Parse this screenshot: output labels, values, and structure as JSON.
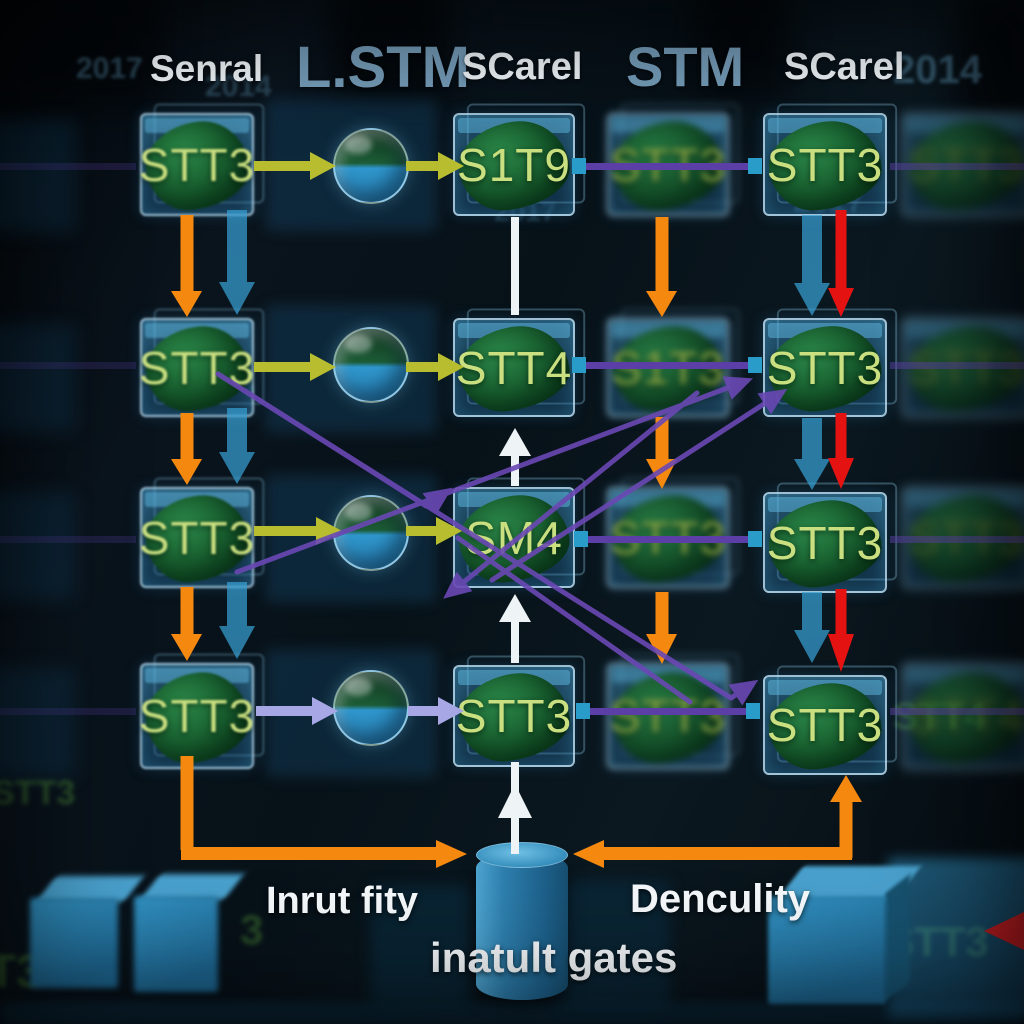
{
  "header": {
    "items": [
      {
        "text": "Senral",
        "size": "small"
      },
      {
        "text": "L.STM",
        "size": "large"
      },
      {
        "text": "SCarel",
        "size": "small"
      },
      {
        "text": "STM",
        "size": "large"
      },
      {
        "text": "SCarel",
        "size": "small"
      }
    ],
    "year_badge": "2014"
  },
  "background": {
    "years": [
      "2017",
      "2014",
      "2017",
      "2017"
    ],
    "ghost_labels": [
      "STT3",
      "T3",
      "3",
      "STT3",
      "STT4"
    ]
  },
  "grid": {
    "rows": [
      {
        "left": "STT3",
        "center": "S1T9",
        "mid_right": "STT3",
        "right": "STT3",
        "far_right": "STT3"
      },
      {
        "left": "STT3",
        "center": "STT4",
        "mid_right": "S1T3",
        "right": "STT3",
        "far_right": "STT3"
      },
      {
        "left": "STT3",
        "center": "SM4",
        "mid_right": "STT3",
        "right": "STT3",
        "far_right": "STT3"
      },
      {
        "left": "STT3",
        "center": "STT3",
        "mid_right": "STT3",
        "right": "STT3",
        "far_right": "STT4"
      }
    ]
  },
  "footer": {
    "left_label": "Inrut fity",
    "right_label": "Denculity",
    "center_label": "inatult gates"
  },
  "colors": {
    "orange": "#f5880f",
    "blue": "#37a0d4",
    "red": "#e41312",
    "white": "#eef3f6",
    "yellow": "#b7bd2f",
    "lavender": "#a7a7e6",
    "purple": "#6a48b4",
    "purpleBar": "#5b3fa6",
    "nub": "#2a9cc9"
  }
}
